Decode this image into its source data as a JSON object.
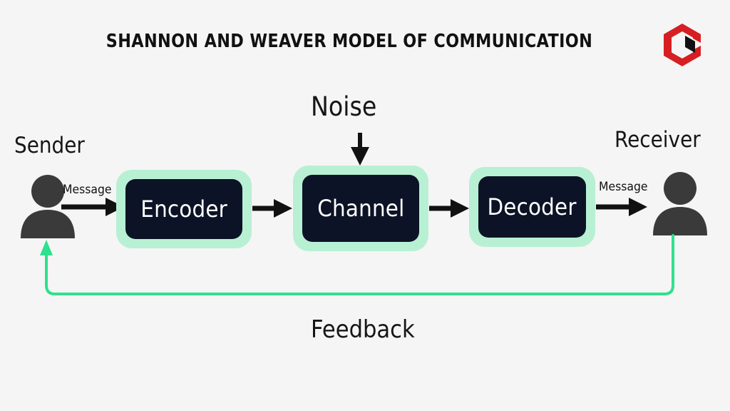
{
  "page": {
    "background_color": "#f5f5f5",
    "title": "SHANNON AND WEAVER MODEL OF COMMUNICATION"
  },
  "logo": {
    "name": "hexagon-c-logo",
    "red": "#d61f22",
    "black": "#111111"
  },
  "colors": {
    "box_fill": "#0d1326",
    "box_glow": "#b8f0d4",
    "box_text": "#ffffff",
    "person": "#3a3a3a",
    "arrow": "#111111",
    "feedback_line": "#2fe08f",
    "text": "#161616"
  },
  "endpoints": {
    "sender": {
      "label": "Sender",
      "icon": "person-icon"
    },
    "receiver": {
      "label": "Receiver",
      "icon": "person-icon"
    }
  },
  "nodes": [
    {
      "id": "encoder",
      "label": "Encoder"
    },
    {
      "id": "channel",
      "label": "Channel"
    },
    {
      "id": "decoder",
      "label": "Decoder"
    }
  ],
  "flow_labels": {
    "message_left": "Message",
    "message_right": "Message",
    "noise": "Noise",
    "feedback": "Feedback"
  },
  "arrows": [
    {
      "name": "arrow-sender-to-encoder",
      "from": "sender",
      "to": "encoder",
      "label": "Message",
      "color": "#111111"
    },
    {
      "name": "arrow-encoder-to-channel",
      "from": "encoder",
      "to": "channel",
      "label": "",
      "color": "#111111"
    },
    {
      "name": "arrow-channel-to-decoder",
      "from": "channel",
      "to": "decoder",
      "label": "",
      "color": "#111111"
    },
    {
      "name": "arrow-decoder-to-receiver",
      "from": "decoder",
      "to": "receiver",
      "label": "Message",
      "color": "#111111"
    },
    {
      "name": "arrow-noise-to-channel",
      "from": "noise",
      "to": "channel",
      "label": "Noise",
      "color": "#111111"
    },
    {
      "name": "arrow-feedback-receiver-to-sender",
      "from": "receiver",
      "to": "sender",
      "label": "Feedback",
      "color": "#2fe08f"
    }
  ]
}
